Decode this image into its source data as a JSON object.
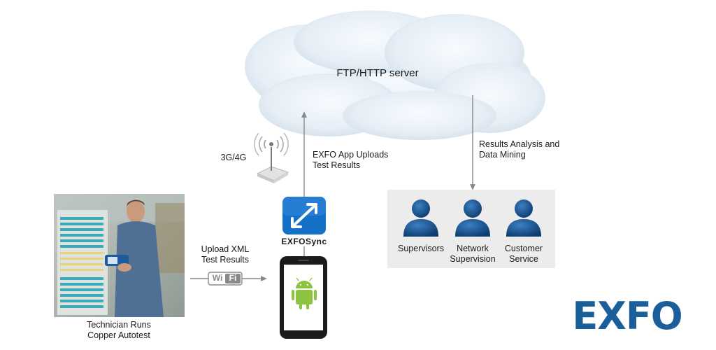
{
  "cloud": {
    "label": "FTP/HTTP server"
  },
  "network": {
    "label": "3G/4G"
  },
  "upload_flow": {
    "line1": "EXFO App Uploads",
    "line2": "Test Results"
  },
  "analysis_flow": {
    "line1": "Results Analysis and",
    "line2": "Data Mining"
  },
  "app": {
    "name": "EXFOSync",
    "icon": "exfosync-app-icon"
  },
  "wifi_flow": {
    "line1": "Upload XML",
    "line2": "Test Results",
    "badge_a": "Wi",
    "badge_b": "Fi"
  },
  "technician": {
    "line1": "Technician Runs",
    "line2": "Copper Autotest"
  },
  "roles": [
    {
      "line1": "Supervisors",
      "line2": ""
    },
    {
      "line1": "Network",
      "line2": "Supervision"
    },
    {
      "line1": "Customer",
      "line2": "Service"
    }
  ],
  "logo": {
    "text": "EXFO"
  },
  "colors": {
    "exfo_blue": "#1a5e9a",
    "app_blue": "#1570c8",
    "android_green": "#8cc43f",
    "panel_gray": "#ececec",
    "arrow_gray": "#888888"
  }
}
